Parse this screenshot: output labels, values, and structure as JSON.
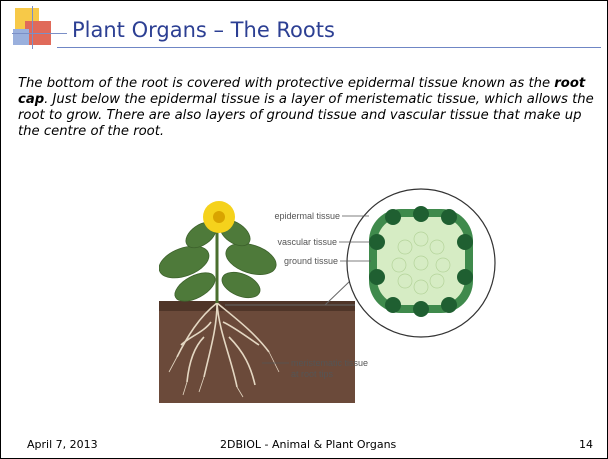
{
  "slide": {
    "title": "Plant Organs – The Roots",
    "body": {
      "part1": "The bottom of the root is covered with protective epidermal tissue known as the ",
      "emphasis": "root cap",
      "part2": ". Just below the epidermal tissue is a layer of meristematic tissue, which allows the root to grow. There are also layers of ground tissue and vascular tissue that make up the centre of the root."
    }
  },
  "figure": {
    "labels": {
      "epidermal": "epidermal tissue",
      "vascular": "vascular tissue",
      "ground": "ground tissue",
      "meristematic_line1": "meristematic tissue",
      "meristematic_line2": "at root tips"
    }
  },
  "footer": {
    "date": "April 7, 2013",
    "center": "2DBIOL - Animal & Plant Organs",
    "page": "14"
  },
  "colors": {
    "title": "#2c3f93",
    "accent_yellow": "#f7c948",
    "accent_red": "#e06a5a",
    "accent_blue": "#9ab0dd",
    "soil": "#6b4a3a",
    "leaf": "#4e7a3a",
    "flower": "#f5d21c",
    "root_section": "#3f8a4c"
  }
}
